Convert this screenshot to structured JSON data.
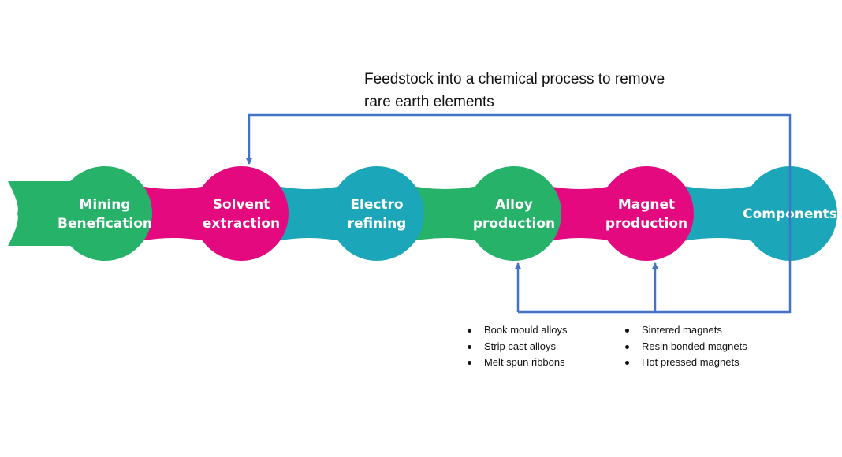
{
  "caption": {
    "line1": "Feedstock into a chemical process to remove",
    "line2": "rare earth elements"
  },
  "colors": {
    "green": "#27b26a",
    "magenta": "#e5097f",
    "teal": "#1ba7b9",
    "arrow": "#4472c4"
  },
  "stages": [
    {
      "lines": [
        "Mining",
        "Benefication"
      ],
      "color": "green"
    },
    {
      "lines": [
        "Solvent",
        "extraction"
      ],
      "color": "magenta"
    },
    {
      "lines": [
        "Electro",
        "refining"
      ],
      "color": "teal"
    },
    {
      "lines": [
        "Alloy",
        "production"
      ],
      "color": "green"
    },
    {
      "lines": [
        "Magnet",
        "production"
      ],
      "color": "magenta"
    },
    {
      "lines": [
        "Components"
      ],
      "color": "teal"
    }
  ],
  "alloy_types": [
    "Book mould alloys",
    "Strip cast alloys",
    "Melt spun ribbons"
  ],
  "magnet_types": [
    "Sintered magnets",
    "Resin bonded magnets",
    "Hot pressed magnets"
  ]
}
